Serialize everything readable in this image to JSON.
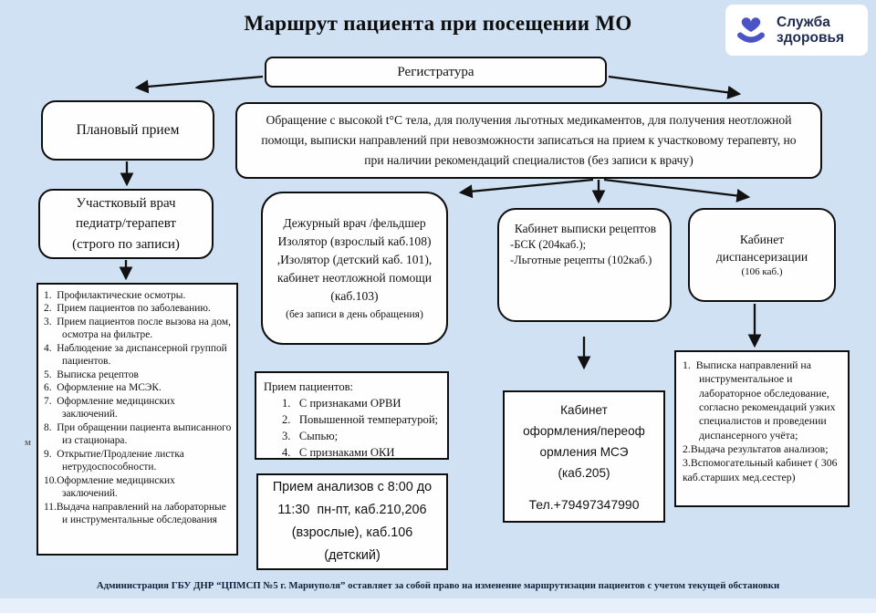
{
  "page": {
    "title": "Маршрут пациента при посещении МО",
    "footer": "Администрация ГБУ ДНР “ЦПМСП №5 г. Мариуполя” оставляет за собой право на изменение маршрутизации пациентов с учетом текущей обстановки",
    "stray_mark": "м",
    "background_color": "#cfe1f3",
    "box_border_color": "#0f0f0f"
  },
  "logo": {
    "icon": "heart-smile-icon",
    "icon_color": "#4a54c6",
    "text_color": "#1e2b52",
    "line1": "Служба",
    "line2": "здоровья"
  },
  "nodes": {
    "registry": {
      "label": "Регистратура"
    },
    "planned": {
      "label": "Плановый прием"
    },
    "referral": {
      "text": "Обращение с высокой t°С тела, для получения льготных медикаментов, для получения неотложной помощи, выписки направлений при невозможности записаться на прием к участковому терапевту, но при наличии рекомендаций специалистов (без записи к врачу)"
    },
    "district_doctor": {
      "line1": "Участковый врач",
      "line2": "педиатр/терапевт",
      "line3": "(строго по записи)"
    },
    "duty_doctor": {
      "text": "Дежурный врач /фельдшер Изолятор (взрослый каб.108) ,Изолятор (детский каб. 101), кабинет неотложной помощи (каб.103)",
      "note": "(без записи в день обращения)"
    },
    "prescription_office": {
      "title": "Кабинет выписки рецептов",
      "item1": "-БСК (204каб.);",
      "item2": "-Льготные рецепты (102каб.)"
    },
    "dispensary_office": {
      "line1": "Кабинет",
      "line2": "диспансеризации",
      "note": "(106 каб.)"
    },
    "district_functions": {
      "items": [
        "1.  Профилактические осмотры.",
        "2.  Прием пациентов по заболеванию.",
        "3.  Прием пациентов после вызова на дом, осмотра на фильтре.",
        "4.  Наблюдение за диспансерной группой пациентов.",
        "5.  Выписка рецептов",
        "6.  Оформление на МСЭК.",
        "7.  Оформление медицинских заключений.",
        "8.  При обращении пациента выписанного из стационара.",
        "9.  Открытие/Продление листка нетрудоспособности.",
        "10.Оформление медицинских заключений.",
        "11.Выдача направлений на лабораторные и инструментальные обследования"
      ]
    },
    "patient_admission": {
      "title": "Прием пациентов:",
      "items": [
        "1.   С признаками ОРВИ",
        "2.   Повышенной температурой;",
        "3.   Сыпью;",
        "4.   С признаками ОКИ"
      ]
    },
    "tests_admission": {
      "text": "Прием анализов с 8:00 до 11:30  пн-пт, каб.210,206 (взрослые), каб.106 (детский)"
    },
    "mse_office": {
      "line1": "Кабинет",
      "line2": "оформления/переоф",
      "line3": "ормления МСЭ",
      "line4": "(каб.205)",
      "phone": "Тел.+79497347990"
    },
    "dispensary_functions": {
      "item1": "1.  Выписка направлений на инструментальное и лабораторное обследование, согласно рекомендаций узких специалистов и проведении диспансерного учёта;",
      "item2": "2.Выдача результатов анализов;",
      "item3": "3.Вспомогательный кабинет ( 306 каб.старших мед.сестер)"
    }
  }
}
